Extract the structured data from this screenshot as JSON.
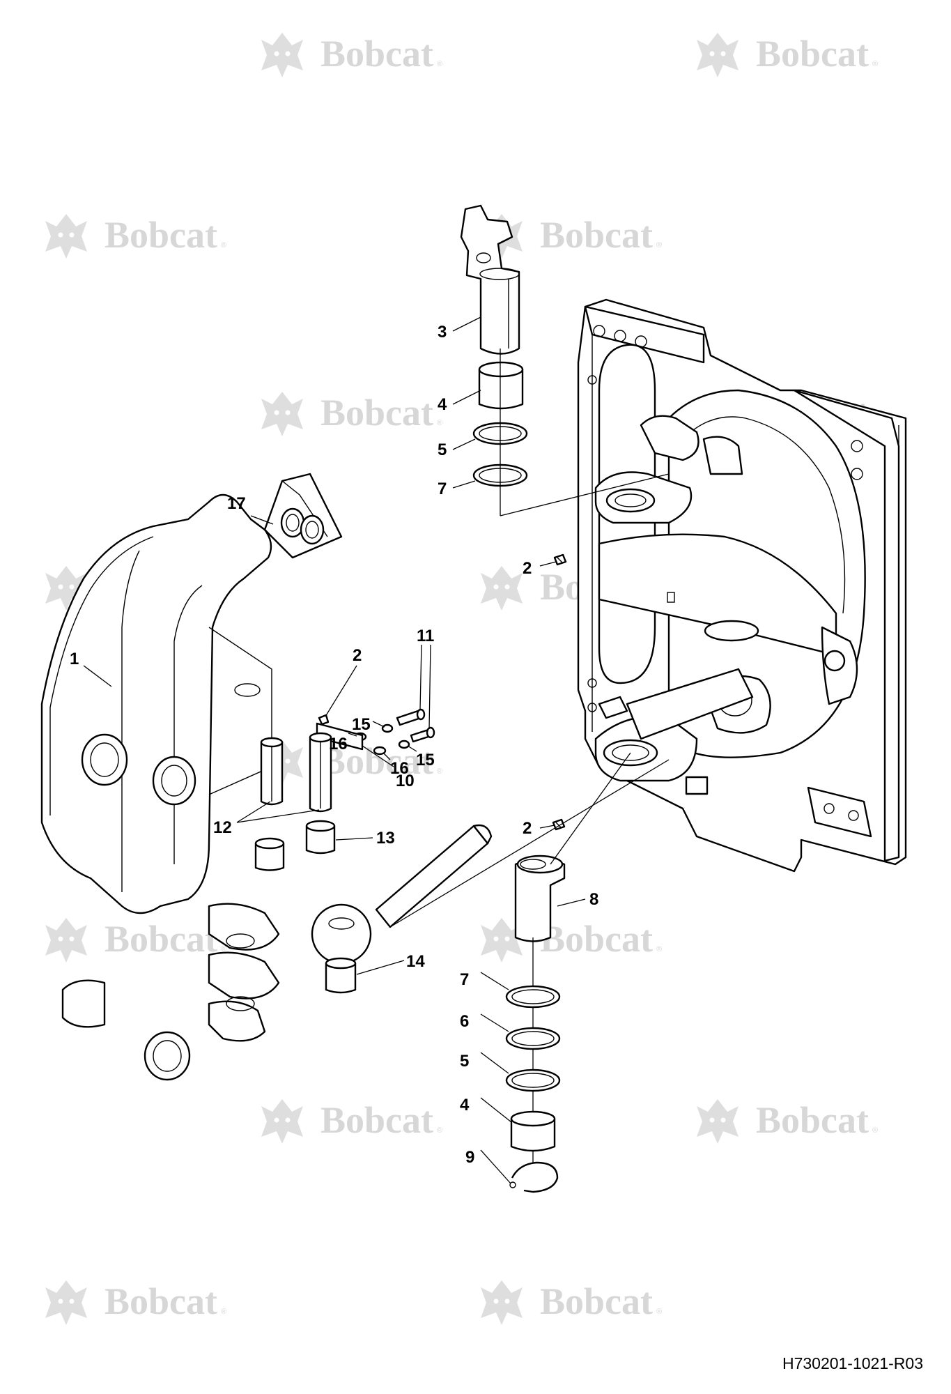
{
  "watermark": {
    "brand": "Bobcat",
    "reg_mark": "®"
  },
  "drawing_number": "H730201-1021-R03",
  "callouts": [
    {
      "id": "c1",
      "label": "1"
    },
    {
      "id": "c2a",
      "label": "2"
    },
    {
      "id": "c2b",
      "label": "2"
    },
    {
      "id": "c2c",
      "label": "2"
    },
    {
      "id": "c3",
      "label": "3"
    },
    {
      "id": "c4a",
      "label": "4"
    },
    {
      "id": "c4b",
      "label": "4"
    },
    {
      "id": "c5a",
      "label": "5"
    },
    {
      "id": "c5b",
      "label": "5"
    },
    {
      "id": "c6",
      "label": "6"
    },
    {
      "id": "c7a",
      "label": "7"
    },
    {
      "id": "c7b",
      "label": "7"
    },
    {
      "id": "c8",
      "label": "8"
    },
    {
      "id": "c9",
      "label": "9"
    },
    {
      "id": "c10",
      "label": "10"
    },
    {
      "id": "c11",
      "label": "11"
    },
    {
      "id": "c12",
      "label": "12"
    },
    {
      "id": "c13",
      "label": "13"
    },
    {
      "id": "c14",
      "label": "14"
    },
    {
      "id": "c15a",
      "label": "15"
    },
    {
      "id": "c15b",
      "label": "15"
    },
    {
      "id": "c16a",
      "label": "16"
    },
    {
      "id": "c16b",
      "label": "16"
    },
    {
      "id": "c17",
      "label": "17"
    }
  ]
}
